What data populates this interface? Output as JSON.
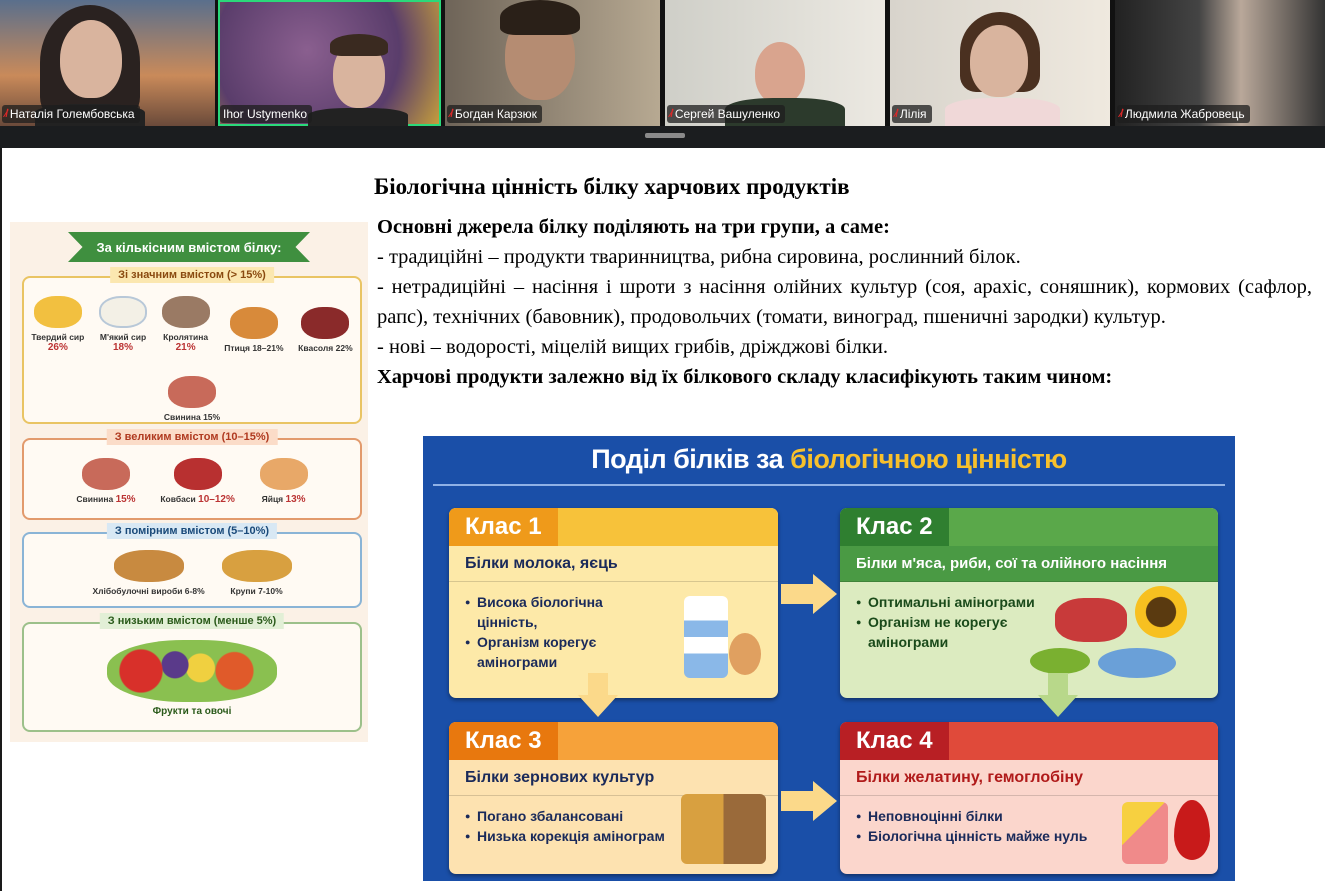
{
  "participants": [
    {
      "name": "Наталія Голембовська",
      "muted": true
    },
    {
      "name": "Ihor Ustymenko",
      "muted": false,
      "active_speaker": true
    },
    {
      "name": "Богдан Карзюк",
      "muted": true
    },
    {
      "name": "Сергей Вашуленко",
      "muted": true
    },
    {
      "name": "Лілія",
      "muted": true
    },
    {
      "name": "Людмила Жабровець",
      "muted": true
    }
  ],
  "slide": {
    "title": "Біологічна цінність білку харчових продуктів",
    "intro": "Основні джерела білку поділяють на три групи, а саме:",
    "points": [
      "- традиційні – продукти тваринництва, рибна сировина, рослинний білок.",
      "- нетрадиційні – насіння і шроти з насіння олійних культур (соя, арахіс, соняшник), кормових (сафлор, рапс), технічних (бавовник), продовольчих (томати, виноград, пшеничні зародки) культур.",
      "- нові – водорості, міцелій вищих грибів, дріжджові білки."
    ],
    "classification_intro": "Харчові продукти залежно від їх білкового складу класифікують таким чином:"
  },
  "left_infographic": {
    "title": "За кількісним вмістом білку:",
    "groups": [
      {
        "title": "Зі значним вмістом (> 15%)",
        "items": [
          {
            "name": "Твердий сир",
            "pct": "26%"
          },
          {
            "name": "М'який сир",
            "pct": "18%"
          },
          {
            "name": "Кролятина",
            "pct": "21%"
          },
          {
            "name": "Птиця 18–21%",
            "pct": ""
          },
          {
            "name": "Квасоля 22%",
            "pct": ""
          },
          {
            "name": "Свинина 15%",
            "pct": ""
          }
        ]
      },
      {
        "title": "З великим вмістом (10–15%)",
        "items": [
          {
            "name": "Свинина",
            "pct": "15%"
          },
          {
            "name": "Ковбаси",
            "pct": "10–12%"
          },
          {
            "name": "Яйця",
            "pct": "13%"
          }
        ]
      },
      {
        "title": "З помірним вмістом (5–10%)",
        "items": [
          {
            "name": "Хлібобулочні вироби 6-8%",
            "pct": ""
          },
          {
            "name": "Крупи 7-10%",
            "pct": ""
          }
        ]
      },
      {
        "title": "З низьким вмістом (менше 5%)",
        "items": [
          {
            "name": "Фрукти та овочі",
            "pct": ""
          }
        ]
      }
    ]
  },
  "right_infographic": {
    "title_main": "Поділ білків за ",
    "title_accent": "біологічною цінністю",
    "classes": [
      {
        "label": "Клас 1",
        "subtitle": "Білки молока, яєць",
        "bullets": [
          "Висока біологічна цінність,",
          "Організм корегує амінограми"
        ],
        "color": "#f0a020"
      },
      {
        "label": "Клас 2",
        "subtitle": "Білки м'яса, риби, сої та олійного насіння",
        "bullets": [
          "Оптимальні амінограми",
          "Організм не корегує амінограми"
        ],
        "color": "#3f8f3a"
      },
      {
        "label": "Клас 3",
        "subtitle": "Білки зернових культур",
        "bullets": [
          "Погано збалансовані",
          "Низька корекція амінограм"
        ],
        "color": "#ef8a12"
      },
      {
        "label": "Клас 4",
        "subtitle": "Білки желатину, гемоглобіну",
        "bullets": [
          "Неповноцінні білки",
          "Біологічна цінність майже нуль"
        ],
        "color": "#cc2a2a"
      }
    ]
  }
}
